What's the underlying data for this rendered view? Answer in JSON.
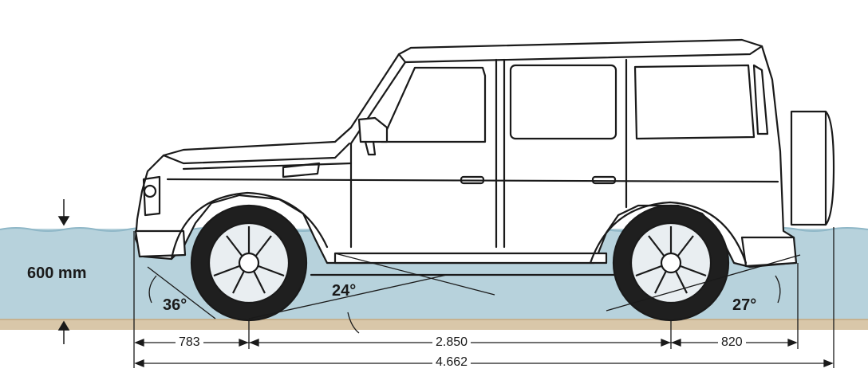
{
  "wading": {
    "depth_label": "600 mm"
  },
  "angles": {
    "approach": "36°",
    "breakover": "24°",
    "departure": "27°"
  },
  "dimensions": {
    "front_overhang": "783",
    "wheelbase": "2.850",
    "rear_overhang": "820",
    "overall_length": "4.662"
  },
  "colors": {
    "water": "#b7d2dc",
    "water_surface": "#8fb7c7",
    "ground": "#d9c7a9",
    "line": "#1a1a1a",
    "body": "#ffffff"
  },
  "vehicle": {
    "icon": "offroad-suv-side-view-icon"
  }
}
